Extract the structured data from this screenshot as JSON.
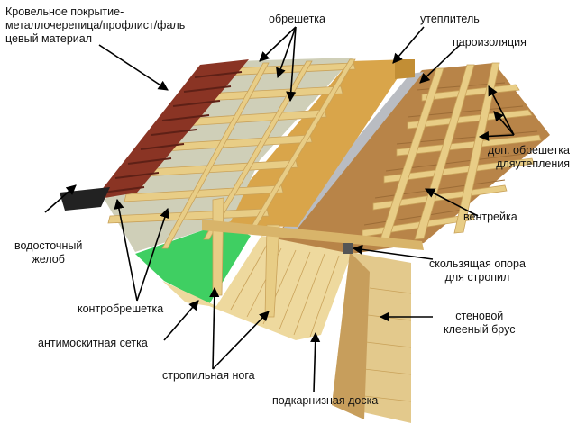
{
  "labels": {
    "roofing": [
      "Кровельное покрытие-",
      "металлочерепица/профлист/фаль",
      "цевый материал"
    ],
    "battens": "обрешетка",
    "insulation": "утеплитель",
    "vapor_barrier": "пароизоляция",
    "extra_battens": [
      "доп. обрешетка",
      "дляутепления"
    ],
    "ventilation": "вентрейка",
    "gutter": [
      "водосточный",
      "желоб"
    ],
    "counter_battens": "контробрешетка",
    "sliding_support": [
      "скользящая опора",
      "для стропил"
    ],
    "wall_beam": [
      "стеновой",
      "клееный брус"
    ],
    "mosquito_mesh": "антимоскитная сетка",
    "rafter": "стропильная нога",
    "eaves_board": "подкарнизная доска"
  },
  "colors": {
    "tile": "#8a3424",
    "tile_dark": "#5e2016",
    "wood": "#e8cd86",
    "wood_dark": "#c9a25a",
    "membrane": "#cfcfb8",
    "insulation": "#d9a54a",
    "vapor": "#b9bcc2",
    "mesh": "#3fcf62",
    "planks": "#b88448",
    "arrow": "#000000"
  }
}
